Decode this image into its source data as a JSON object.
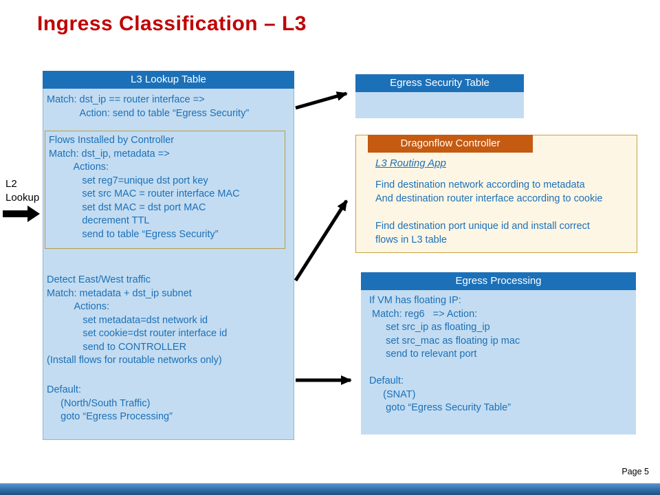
{
  "slide": {
    "title": "Ingress Classification – L3",
    "page_label": "Page 5"
  },
  "l2_lookup": {
    "label": "L2\nLookup"
  },
  "l3_table": {
    "header": "L3 Lookup Table",
    "match_block": "Match: dst_ip == router interface =>\n            Action: send to table “Egress Security”",
    "flows_block": "Flows Installed by Controller\nMatch: dst_ip, metadata =>\n         Actions:\n            set reg7=unique dst port key\n            set src MAC = router interface MAC\n            set dst MAC = dst port MAC\n            decrement TTL\n            send to table “Egress Security”",
    "eastwest_block": "Detect East/West traffic\nMatch: metadata + dst_ip subnet\n          Actions:\n             set metadata=dst network id\n             set cookie=dst router interface id\n             send to CONTROLLER\n(Install flows for routable networks only)",
    "default_block": "Default:\n     (North/South Traffic)\n     goto “Egress Processing”"
  },
  "egress_security": {
    "header": "Egress  Security Table"
  },
  "dragonflow": {
    "header": "Dragonflow Controller",
    "app_title": "L3 Routing App",
    "para1": "Find destination network according to metadata\nAnd destination router interface according to cookie",
    "para2": "Find destination port unique id and install correct\nflows in L3 table"
  },
  "egress_processing": {
    "header": "Egress Processing",
    "body": "If VM has floating IP:\n Match: reg6   => Action:\n      set src_ip as floating_ip\n      set src_mac as floating ip mac\n      send to relevant port\n\nDefault:\n     (SNAT)\n      goto “Egress Security Table”"
  },
  "colors": {
    "title_red": "#C00000",
    "header_blue": "#1C70B8",
    "body_light_blue": "#C3DCF1",
    "text_blue": "#1C70B8",
    "dragonflow_orange": "#C55A11",
    "dragonflow_cream": "#FDF6E4",
    "arrow_black": "#000000"
  }
}
